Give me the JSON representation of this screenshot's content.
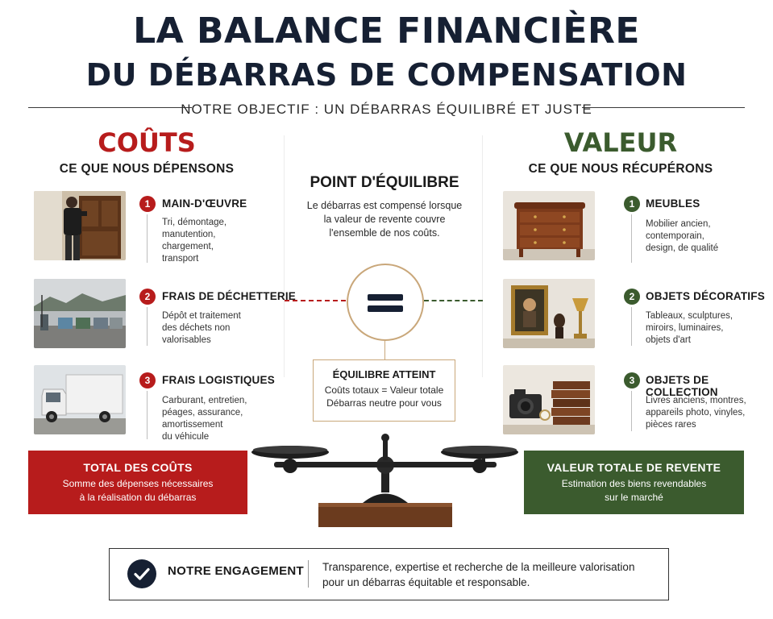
{
  "header": {
    "title_line1": "LA BALANCE FINANCIÈRE",
    "title_line2": "DU DÉBARRAS DE COMPENSATION",
    "objective": "NOTRE OBJECTIF : UN DÉBARRAS ÉQUILIBRÉ ET JUSTE"
  },
  "costs": {
    "heading": "COÛTS",
    "subheading": "CE QUE NOUS DÉPENSONS",
    "items": [
      {
        "number": "1",
        "title": "MAIN-D'ŒUVRE",
        "desc": [
          "Tri, démontage,",
          "manutention,",
          "chargement,",
          "transport"
        ]
      },
      {
        "number": "2",
        "title": "FRAIS DE DÉCHETTERIE",
        "desc": [
          "Dépôt et traitement",
          "des déchets non",
          "valorisables"
        ]
      },
      {
        "number": "3",
        "title": "FRAIS LOGISTIQUES",
        "desc": [
          "Carburant, entretien,",
          "péages, assurance,",
          "amortissement",
          "du véhicule"
        ]
      }
    ],
    "total_title": "TOTAL DES COÛTS",
    "total_desc": [
      "Somme des dépenses nécessaires",
      "à la réalisation du débarras"
    ]
  },
  "center": {
    "title": "POINT D'ÉQUILIBRE",
    "desc": [
      "Le débarras est compensé lorsque",
      "la valeur de revente couvre",
      "l'ensemble de nos coûts."
    ],
    "equals_symbol": "=",
    "balance_title": "ÉQUILIBRE ATTEINT",
    "balance_desc": [
      "Coûts totaux = Valeur totale",
      "Débarras neutre pour vous"
    ]
  },
  "value": {
    "heading": "VALEUR",
    "subheading": "CE QUE NOUS RÉCUPÉRONS",
    "items": [
      {
        "number": "1",
        "title": "MEUBLES",
        "desc": [
          "Mobilier ancien,",
          "contemporain,",
          "design, de qualité"
        ]
      },
      {
        "number": "2",
        "title": "OBJETS DÉCORATIFS",
        "desc": [
          "Tableaux, sculptures,",
          "miroirs, luminaires,",
          "objets d'art"
        ]
      },
      {
        "number": "3",
        "title": "OBJETS DE COLLECTION",
        "desc": [
          "Livres anciens, montres,",
          "appareils photo, vinyles,",
          "pièces rares"
        ]
      }
    ],
    "total_title": "VALEUR TOTALE DE REVENTE",
    "total_desc": [
      "Estimation des biens revendables",
      "sur le marché"
    ]
  },
  "engagement": {
    "title": "NOTRE ENGAGEMENT",
    "desc": [
      "Transparence, expertise et recherche de la meilleure valorisation",
      "pour un débarras équitable et responsable."
    ]
  },
  "icons": {
    "check": "check-circle-icon",
    "equals": "equals-icon",
    "scale": "balance-scale"
  },
  "colors": {
    "cost_red": "#b71c1c",
    "value_green": "#3b5b2e",
    "title_navy": "#162033",
    "accent_gold": "#c9a77a"
  }
}
